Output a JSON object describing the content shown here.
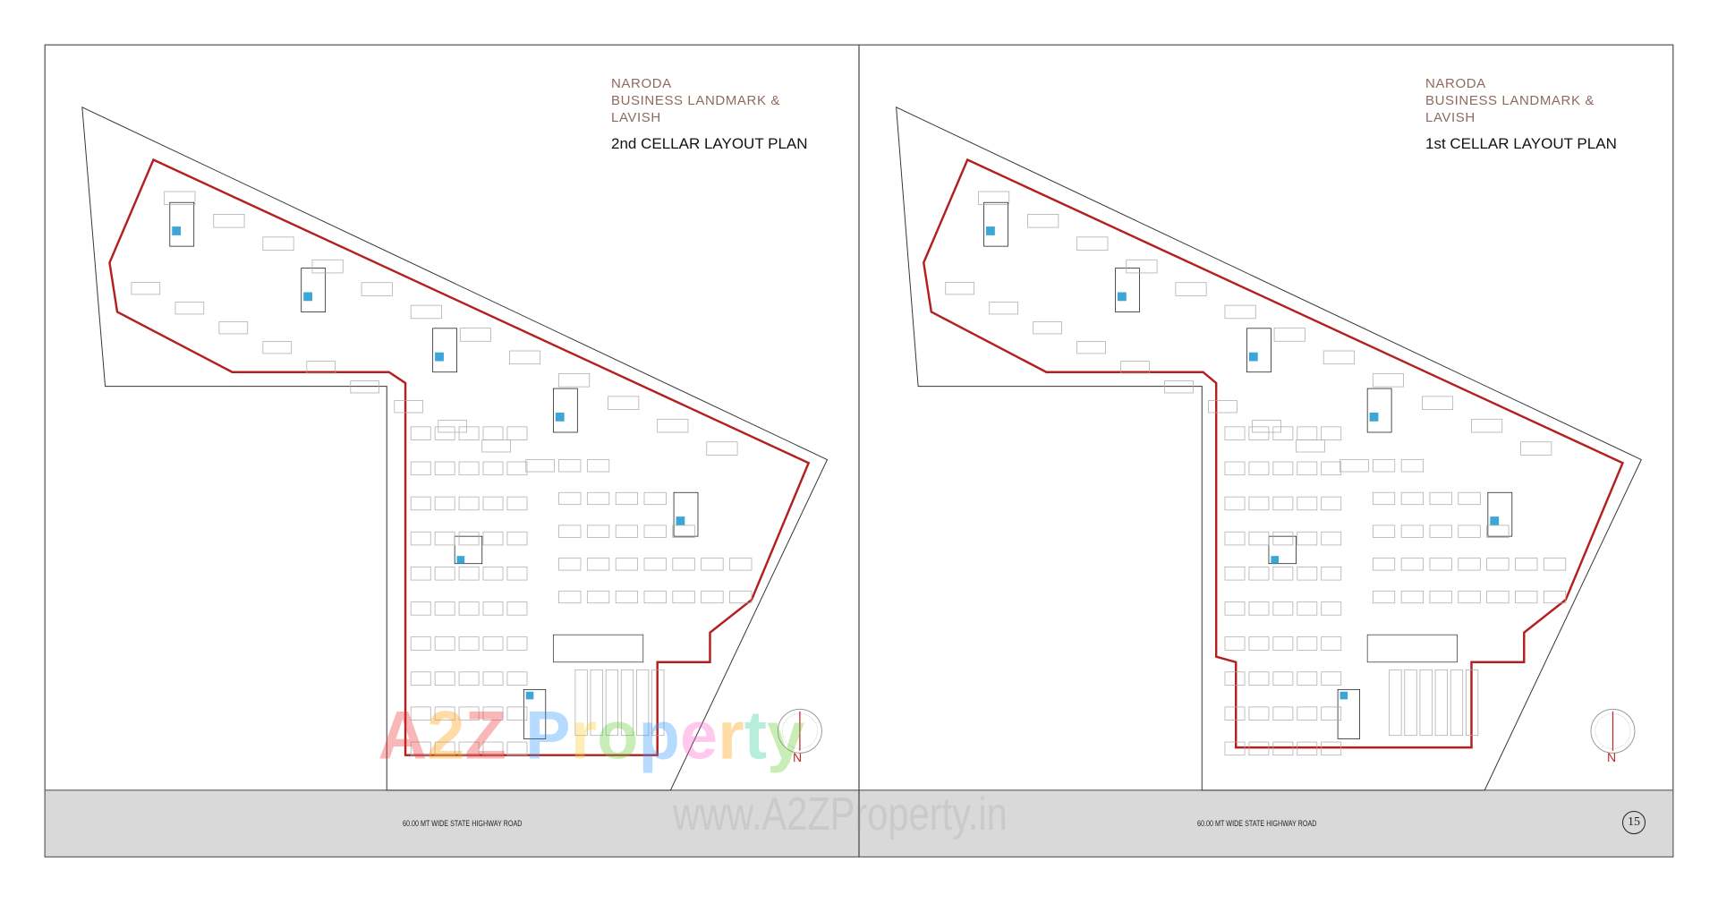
{
  "left_page": {
    "brand_lines": [
      "NARODA",
      "BUSINESS LANDMARK &",
      "LAVISH"
    ],
    "plan_title": "2nd CELLAR LAYOUT PLAN",
    "road_label": "60.00 MT WIDE STATE HIGHWAY ROAD",
    "north_label": "N"
  },
  "right_page": {
    "brand_lines": [
      "NARODA",
      "BUSINESS LANDMARK &",
      "LAVISH"
    ],
    "plan_title": "1st CELLAR LAYOUT PLAN",
    "road_label": "60.00 MT WIDE STATE HIGHWAY ROAD",
    "north_label": "N",
    "page_number": "15"
  },
  "watermark": {
    "logo_text": "A2Z Property",
    "url_text": "www.A2ZProperty.in"
  },
  "colors": {
    "boundary_red": "#b3201f",
    "brand_text": "#8d6b5e",
    "road_band": "#d9d9d9",
    "lift_blue": "#3aa7d8"
  }
}
